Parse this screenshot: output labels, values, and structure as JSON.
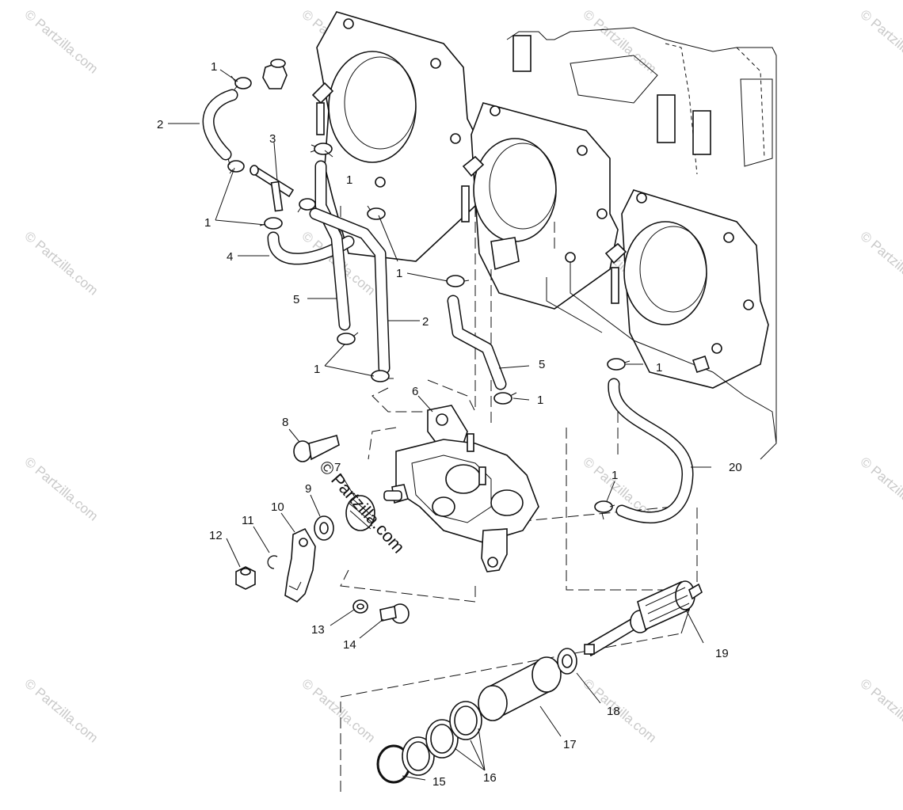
{
  "watermark": {
    "text": "© Partzilla.com",
    "center_text": "© Partzilla.com"
  },
  "callouts": {
    "c1a": "1",
    "c1b": "1",
    "c1c": "1",
    "c1d": "1",
    "c1e": "1",
    "c1f": "1",
    "c1g": "1",
    "c1h": "1",
    "c2a": "2",
    "c2b": "2",
    "c3": "3",
    "c4": "4",
    "c5a": "5",
    "c5b": "5",
    "c6": "6",
    "c7": "7",
    "c8": "8",
    "c9": "9",
    "c10": "10",
    "c11": "11",
    "c12": "12",
    "c13": "13",
    "c14": "14",
    "c15": "15",
    "c16": "16",
    "c17": "17",
    "c18": "18",
    "c19": "19",
    "c20": "20"
  }
}
